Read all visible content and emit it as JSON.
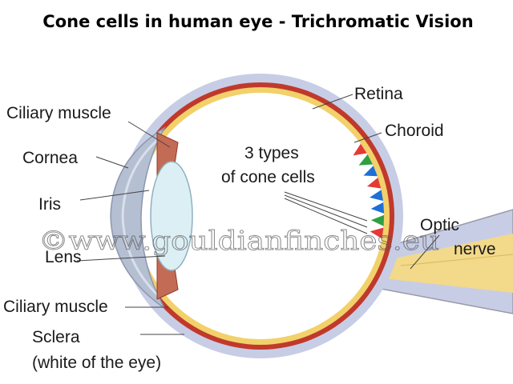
{
  "title": "Cone cells in human eye  - Trichromatic Vision",
  "labels": {
    "retina": "Retina",
    "choroid": "Choroid",
    "ciliary_muscle_top": "Ciliary muscle",
    "cornea": "Cornea",
    "iris": "Iris",
    "lens": "Lens",
    "ciliary_muscle_bottom": "Ciliary muscle",
    "sclera_line1": "Sclera",
    "sclera_line2": "(white of the eye)",
    "cones_line1": "3 types",
    "cones_line2": "of cone cells",
    "optic_line1": "Optic",
    "optic_line2": "nerve"
  },
  "watermark": "©www.gouldianfinches.eu",
  "colors": {
    "sclera": "#c8cde6",
    "choroid": "#c0392b",
    "retina": "#f2d16b",
    "optic_nerve": "#f3d98a",
    "cornea": "#b5bfd2",
    "lens": "#dceff4",
    "ciliary": "#c46b55",
    "cone_red": "#e53935",
    "cone_green": "#2ea043",
    "cone_blue": "#1e6fd8"
  },
  "cones": [
    "cone_red",
    "cone_green",
    "cone_blue",
    "cone_red",
    "cone_blue",
    "cone_blue",
    "cone_green",
    "cone_red"
  ]
}
